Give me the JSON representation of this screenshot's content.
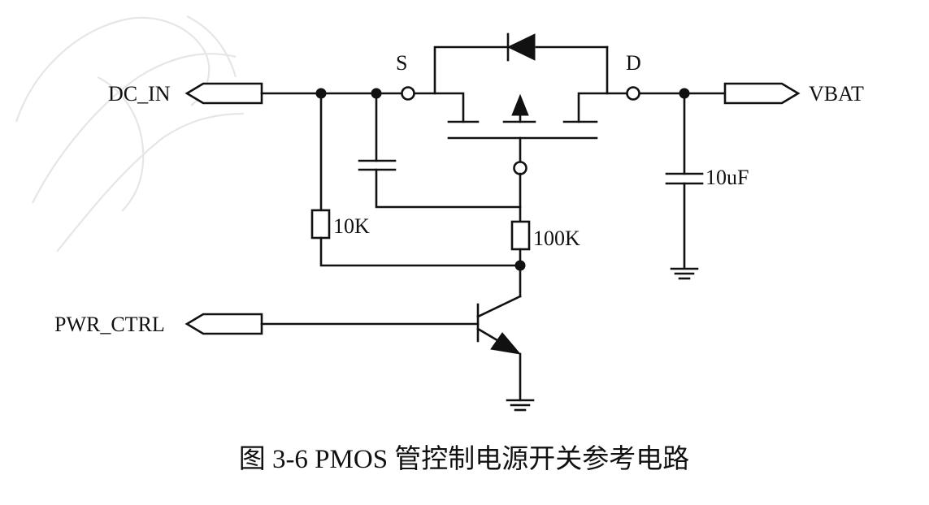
{
  "labels": {
    "input_port": "DC_IN",
    "output_port": "VBAT",
    "control_port": "PWR_CTRL",
    "source_pin": "S",
    "drain_pin": "D",
    "resistor_gate_source": "10K",
    "resistor_gate_pulldown": "100K",
    "output_capacitor": "10uF"
  },
  "caption": "图 3-6 PMOS 管控制电源开关参考电路",
  "colors": {
    "line": "#111111",
    "background": "#ffffff",
    "watermark": "#e6e6e6"
  }
}
